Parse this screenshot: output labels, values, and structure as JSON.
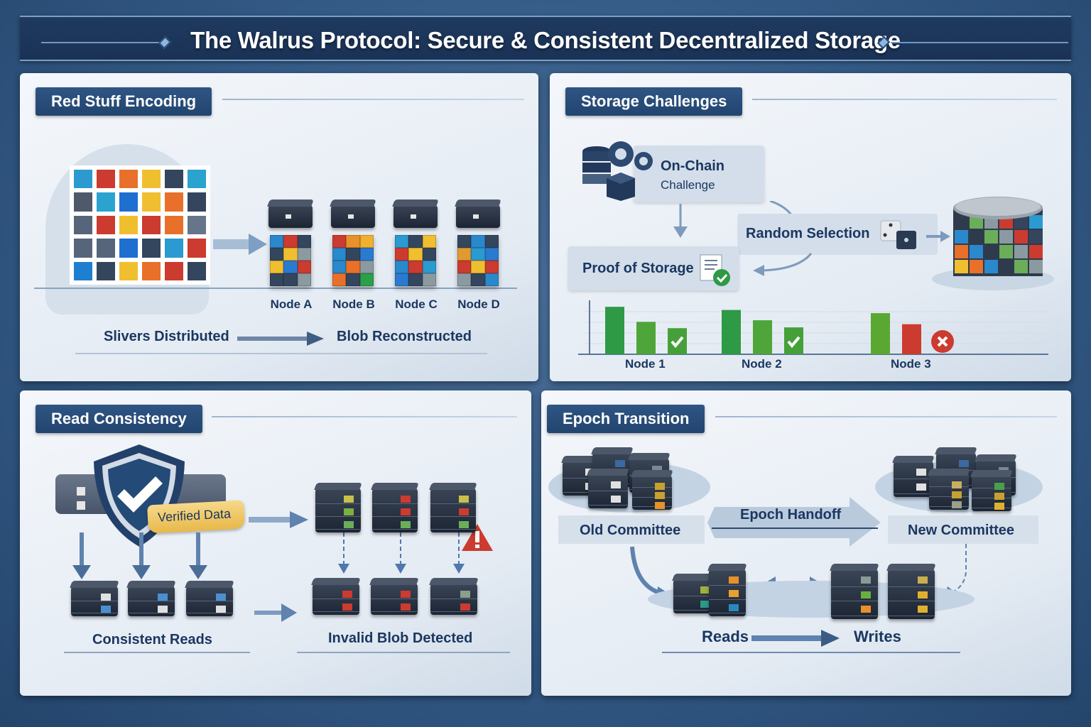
{
  "title": "The Walrus Protocol: Secure & Consistent Decentralized Storage",
  "panels": {
    "red_stuff": {
      "title": "Red Stuff Encoding",
      "grid": [
        [
          "#2a9ad0",
          "#cc3b2f",
          "#e8702a",
          "#f0bf30",
          "#34465d",
          "#2aa3cf"
        ],
        [
          "#4e5a6a",
          "#2aa3cf",
          "#1e6fd0",
          "#f0bf30",
          "#e8702a",
          "#34465d"
        ],
        [
          "#56657a",
          "#cc3b2f",
          "#f0bf30",
          "#cc3b2f",
          "#e8702a",
          "#66758a"
        ],
        [
          "#56657a",
          "#56657a",
          "#1e6fd0",
          "#34465d",
          "#2a9ad0",
          "#cc3b2f"
        ],
        [
          "#1e7fd0",
          "#34465d",
          "#f0bf30",
          "#e8702a",
          "#cc3b2f",
          "#34465d"
        ]
      ],
      "nodes": [
        {
          "label": "Node A",
          "colors": [
            "#2a88cc",
            "#cc3b2f",
            "#34465d",
            "#34465d",
            "#f0bf30",
            "#8a9aa0",
            "#f0bf30",
            "#2a7ad0",
            "#cc3b2f",
            "#34465d",
            "#34465d",
            "#8a9aa0"
          ]
        },
        {
          "label": "Node B",
          "colors": [
            "#cc3b2f",
            "#e8902a",
            "#f0b030",
            "#2a88cc",
            "#34465d",
            "#2a7ad0",
            "#2a88cc",
            "#e8702a",
            "#8a9aa0",
            "#e8702a",
            "#34465d",
            "#2aa048"
          ]
        },
        {
          "label": "Node C",
          "colors": [
            "#2a9ad0",
            "#34465d",
            "#f0bf30",
            "#cc3b2f",
            "#f0bf30",
            "#34465d",
            "#2a88cc",
            "#cc3b2f",
            "#2a9ad0",
            "#2a7ad0",
            "#34465d",
            "#8a9aa0"
          ]
        },
        {
          "label": "Node D",
          "colors": [
            "#34465d",
            "#2a88cc",
            "#34465d",
            "#e09a30",
            "#2a9ad0",
            "#2a7ad0",
            "#cc3b2f",
            "#f0bf30",
            "#cc3b2f",
            "#8a9aa0",
            "#34465d",
            "#2a88cc"
          ]
        }
      ],
      "from_label": "Slivers Distributed",
      "to_label": "Blob Reconstructed"
    },
    "challenges": {
      "title": "Storage Challenges",
      "onchain_title": "On-Chain",
      "onchain_sub": "Challenge",
      "random": "Random Selection",
      "proof": "Proof of Storage",
      "chart_data": {
        "type": "bar",
        "categories": [
          "Node 1",
          "Node 2",
          "Node 3"
        ],
        "series": [
          {
            "name": "bar1",
            "values": [
              60,
              56,
              52
            ],
            "colors": [
              "#2e9a45",
              "#2e9a45",
              "#5aa832"
            ]
          },
          {
            "name": "bar2",
            "values": [
              41,
              43,
              38
            ],
            "colors": [
              "#4ea53a",
              "#4ea53a",
              "#cc3b2f"
            ]
          },
          {
            "name": "bar3",
            "values": [
              33,
              34,
              null
            ],
            "colors": [
              "#46a03a",
              "#46a03a",
              "#cc3b2f"
            ]
          }
        ],
        "status": [
          "pass",
          "pass",
          "fail"
        ],
        "ylim": [
          0,
          70
        ],
        "grid": true
      }
    },
    "read": {
      "title": "Read Consistency",
      "badge": "Verified Data",
      "left_label": "Consistent Reads",
      "right_label": "Invalid Blob Detected"
    },
    "epoch": {
      "title": "Epoch Transition",
      "old": "Old Committee",
      "new": "New Committee",
      "handoff": "Epoch Handoff",
      "reads": "Reads",
      "writes": "Writes"
    }
  }
}
